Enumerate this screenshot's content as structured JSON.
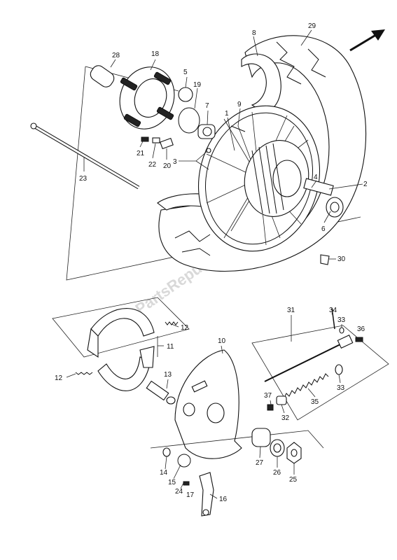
{
  "labels": {
    "l1": "1",
    "l2": "2",
    "l3": "3",
    "l4": "4",
    "l5": "5",
    "l6": "6",
    "l7": "7",
    "l8": "8",
    "l9": "9",
    "l10": "10",
    "l11": "11",
    "l12a": "12",
    "l12b": "12",
    "l13": "13",
    "l14": "14",
    "l15": "15",
    "l16": "16",
    "l17": "17",
    "l18": "18",
    "l19": "19",
    "l20": "20",
    "l21": "21",
    "l22": "22",
    "l23": "23",
    "l24": "24",
    "l25": "25",
    "l26": "26",
    "l27": "27",
    "l28": "28",
    "l29": "29",
    "l30": "30",
    "l31": "31",
    "l32": "32",
    "l33a": "33",
    "l33b": "33",
    "l34": "34",
    "l35": "35",
    "l36": "36",
    "l37": "37"
  },
  "watermark": "PartsRepublik",
  "icons": {
    "direction": "front-arrow-icon"
  }
}
